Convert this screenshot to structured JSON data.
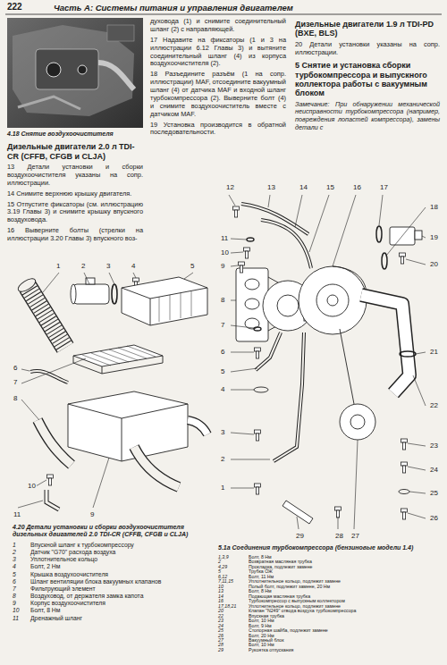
{
  "diagram": {
    "title": "Часть А: Системы питания и управления двигателем",
    "labels": [
      "222",
      "4.18 Снятие воздухоочистителя",
      "Дизельные двигатели 2.0 л TDI-CR (CFFB, CFGB и CLJA)",
      "13 Детали установки и сборки воздухоочистителя указаны на сопр. иллюстрации.",
      "14 Снимите верхнюю крышку двигателя.",
      "15 Отпустите фиксаторы (см. иллюстрацию 3.19 Главы 3) и снимите крышку впускного воздуховода.",
      "16 Выверните болты (стрелки на иллюстрации 3.20 Главы 3) впускного воз-",
      "духовода (1) и снимите соединительный шланг (2) с направляющей.",
      "17 Надавите на фиксаторы (1 и 3 на иллюстрации 6.12 Главы 3) и вытяните соединительный шланг (4) из корпуса воздухоочистителя (2).",
      "18 Разъедините разъём (1 на сопр. иллюстрации) MAF, отсоедините вакуумный шланг (4) от датчика MAF и входной шланг турбокомпрессора (2). Выверните болт (4) и снимите воздухоочиститель вместе с датчиком MAF.",
      "19 Установка производится в обратной последовательности.",
      "Дизельные двигатели 1.9 л TDI-PD (BXE, BLS)",
      "20 Детали установки указаны на сопр. иллюстрации.",
      "5 Снятие и установка сборки турбокомпрессора и выпускного коллектора работы с вакуумным блоком",
      "Замечание: При обнаружении механической неисправности турбокомпрессора (например, повреждения лопастей компрессора), замены детали с",
      "1",
      "2",
      "3",
      "4",
      "5",
      "6",
      "7",
      "8",
      "9",
      "10",
      "11",
      "4.20 Детали установки и сборки воздухоочистителя дизельных двигателей 2.0 TDI-CR (CFFB, CFGB и CLJA)",
      "1",
      "Впускной шланг к турбокомпрессору",
      "2",
      "Датчик \"G70\" расхода воздуха",
      "3",
      "Уплотнительное кольцо",
      "4",
      "Болт, 2 Нм",
      "5",
      "Крышка воздухоочистителя",
      "6",
      "Шланг вентиляции блока вакуумных клапанов",
      "7",
      "Фильтрующий элемент",
      "8",
      "Воздуховод, от держателя замка капота",
      "9",
      "Корпус воздухоочистителя",
      "10",
      "Болт, 8 Нм",
      "11",
      "Дренажный шланг",
      "1",
      "2",
      "3",
      "4",
      "5",
      "6",
      "7",
      "8",
      "9",
      "10",
      "11",
      "12",
      "13",
      "14",
      "15",
      "16",
      "17",
      "18",
      "19",
      "20",
      "21",
      "22",
      "23",
      "24",
      "25",
      "26",
      "27",
      "28",
      "29",
      "5.1а Соединения турбокомпрессора (бензиновые модели 1.4)",
      "1,3,9",
      "Болт, 8 Нм",
      "2",
      "Возвратная масляная трубка",
      "4,29",
      "Прокладка, подлежит замене",
      "5",
      "Трубка ОЖ",
      "6,12",
      "Болт, 11 Нм",
      "7,11,15",
      "Уплотнительное кольцо, подлежит замене",
      "10",
      "Полый болт, подлежит замене, 20 Нм",
      "13",
      "Болт, 8 Нм",
      "14",
      "Подающая масляная трубка",
      "16",
      "Турбокомпрессор с выпускным коллектором",
      "17,18,21",
      "Уплотнительное кольцо, подлежит замене",
      "20",
      "Клапан \"N249\" отвода воздуха турбокомпрессора",
      "22",
      "Впускная трубка",
      "23",
      "Болт, 10 Нм",
      "24",
      "Болт, 9 Нм",
      "25",
      "Стопорная шайба, подлежит замене",
      "26",
      "Болт, 20 Нм",
      "27",
      "Вакуумный блок",
      "28",
      "Болт, 10 Нм",
      "29",
      "Рукоятка отпускания"
    ]
  }
}
